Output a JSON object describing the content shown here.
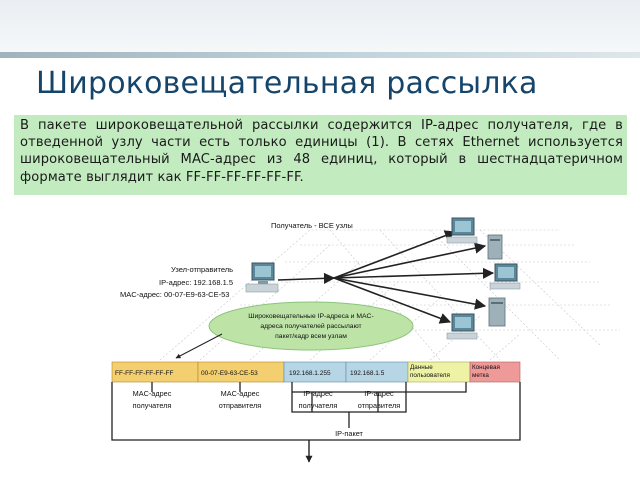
{
  "slide": {
    "title": "Широковещательная рассылка",
    "paragraph": "В пакете широковещательной рассылки содержится IP-адрес получателя, где в отведенной узлу части есть только единицы (1). В сетях Ethernet используется широковещательный MAC-адрес из 48 единиц, который в шестнадцатеричном формате выглядит как FF-FF-FF-FF-FF-FF."
  },
  "diagram": {
    "receiver_label": "Получатель - ВСЕ узлы",
    "sender": {
      "title": "Узел-отправитель",
      "ip": "IP-адрес: 192.168.1.5",
      "mac": "MAC-адрес: 00-07-E9-63-CE-53"
    },
    "ellipse_lines": [
      "Широковещательные IP-адреса и MAC-",
      "адреса получателей рассылают",
      "пакет/кадр всем узлам"
    ],
    "frame_fields": [
      {
        "value": "FF-FF-FF-FF-FF-FF",
        "color": "#f3cf6f"
      },
      {
        "value": "00-07-E9-63-CE-53",
        "color": "#f3cf6f"
      },
      {
        "value": "192.168.1.255",
        "color": "#b6d6e6"
      },
      {
        "value": "192.168.1.5",
        "color": "#b6d6e6"
      },
      {
        "value": "Данные пользователя",
        "color": "#eef2a4"
      },
      {
        "value": "Концевая метка",
        "color": "#ee9a98"
      }
    ],
    "field_labels": [
      {
        "line1": "MAC-адрес",
        "line2": "получателя"
      },
      {
        "line1": "MAC-адрес",
        "line2": "отправителя"
      },
      {
        "line1": "IP-адрес",
        "line2": "получателя"
      },
      {
        "line1": "IP-адрес",
        "line2": "отправителя"
      }
    ],
    "packet_label": "IP-пакет"
  }
}
